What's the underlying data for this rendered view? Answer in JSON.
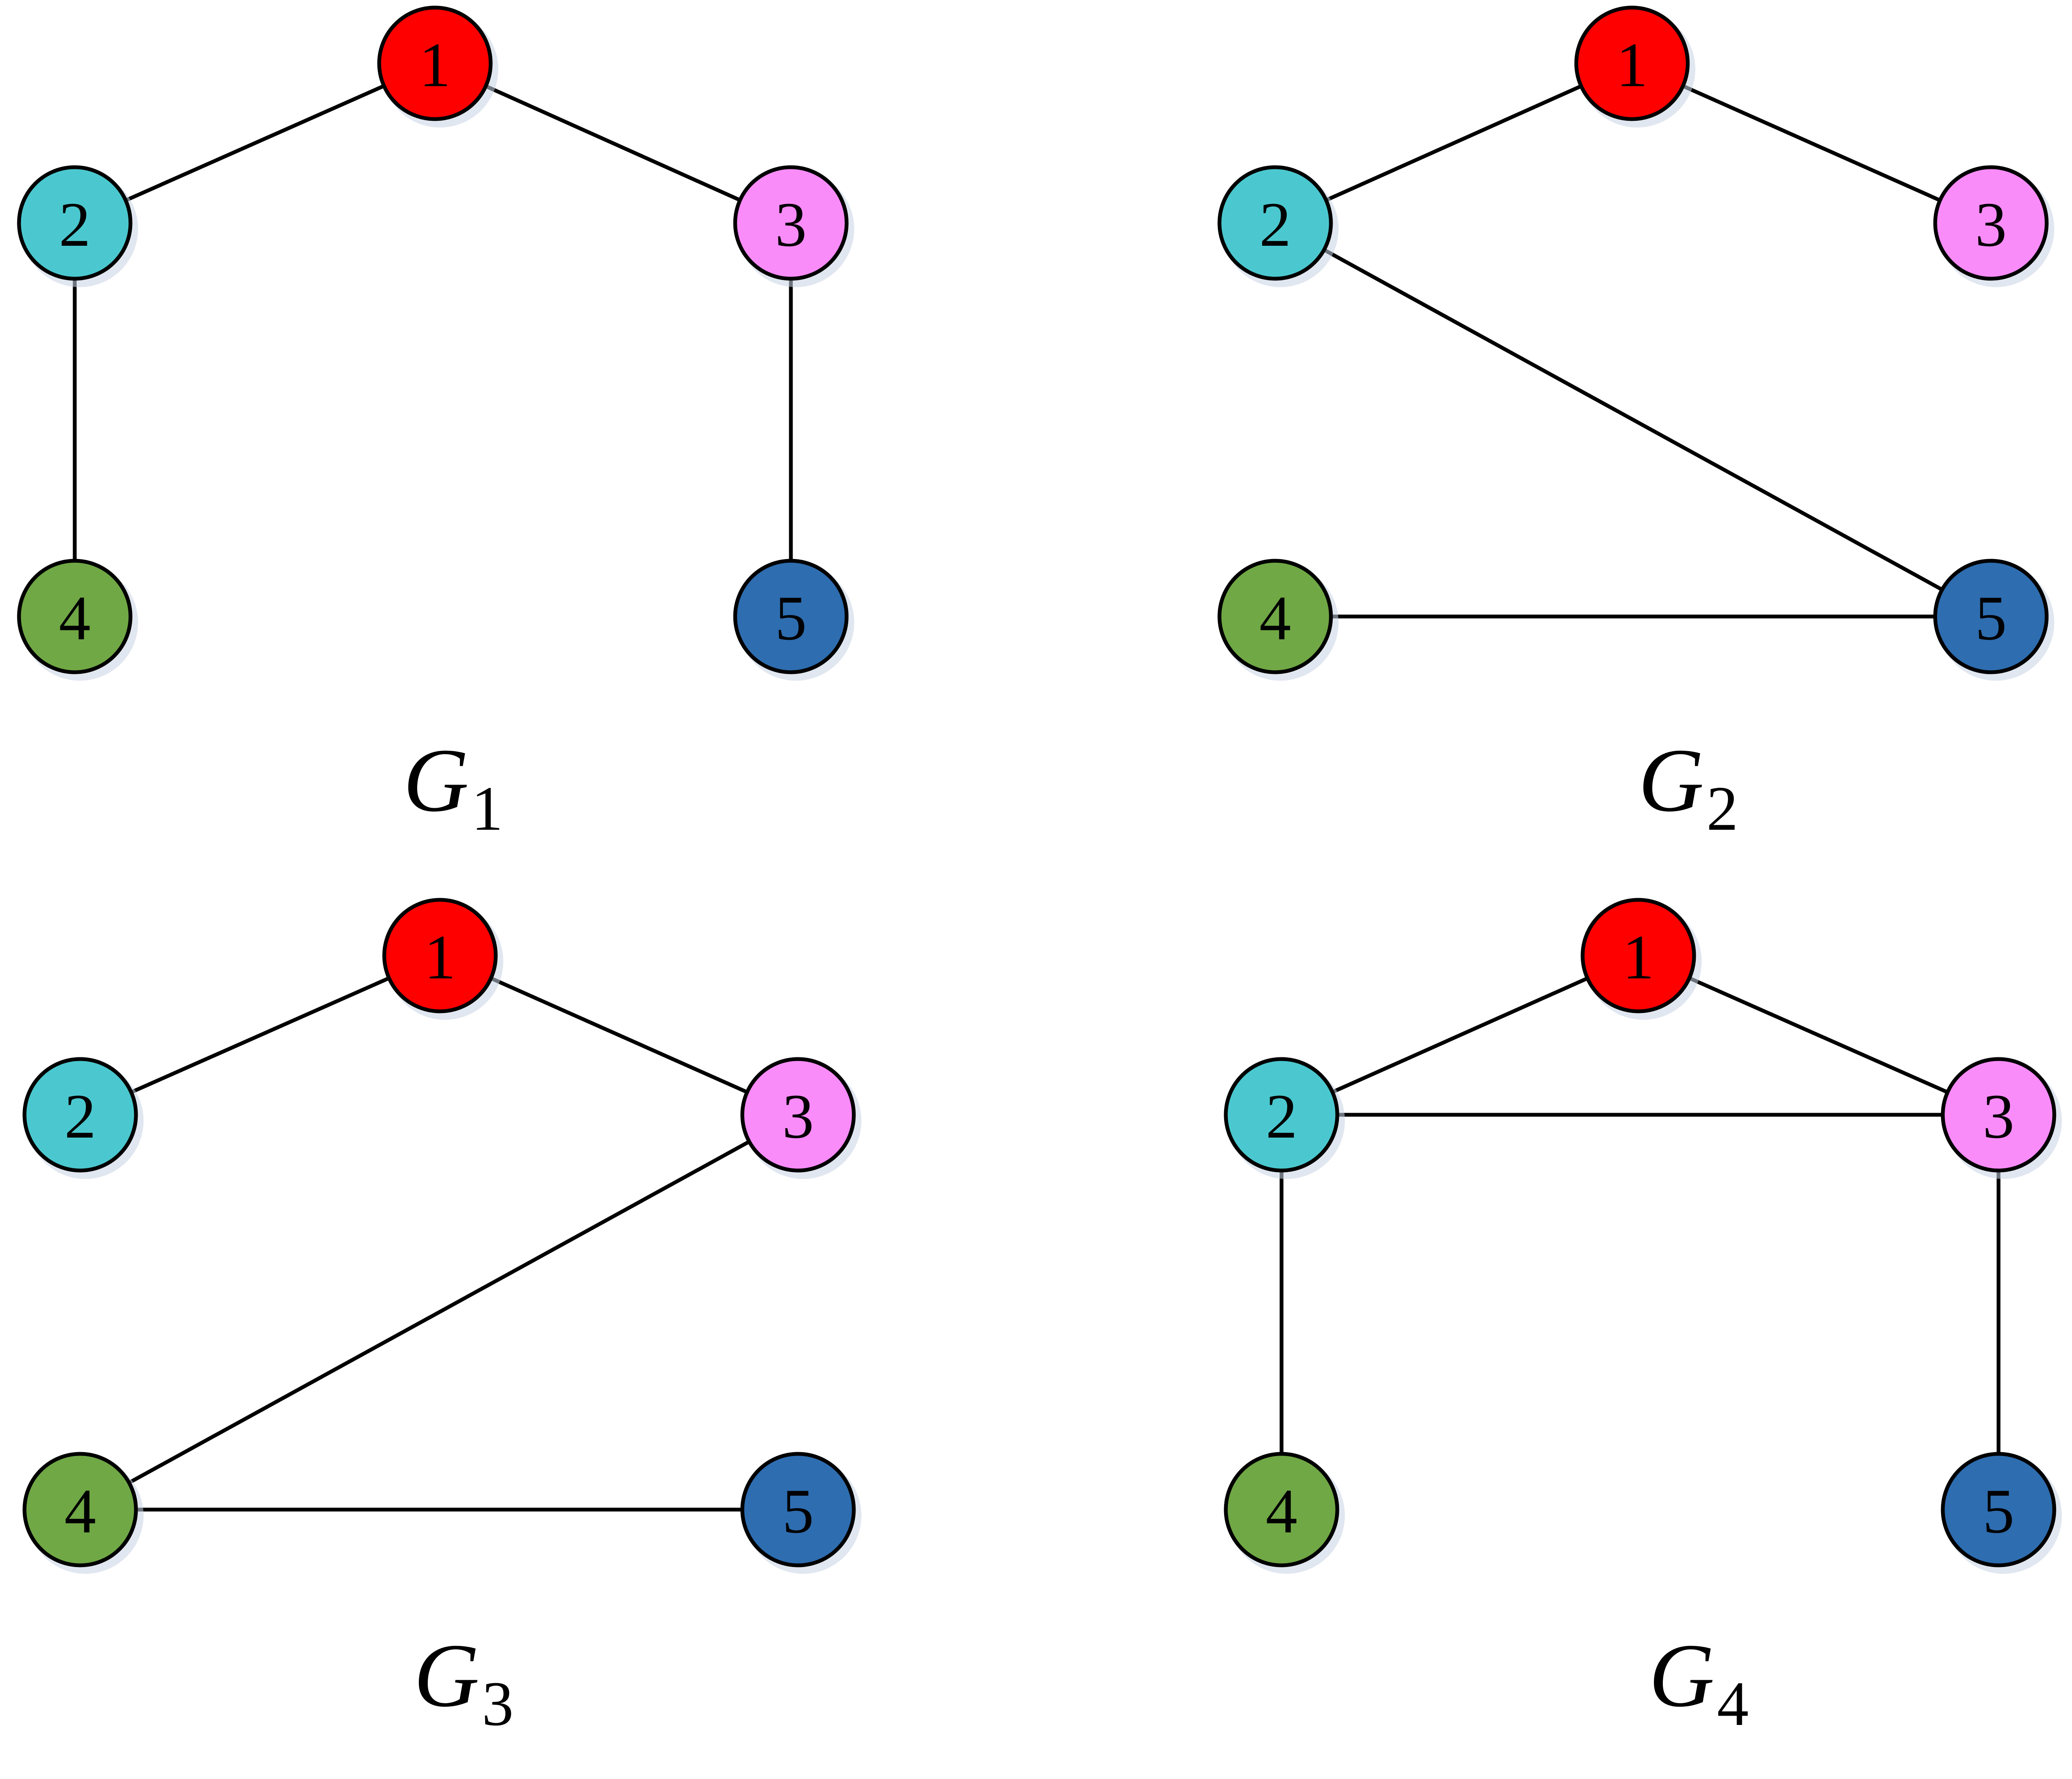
{
  "colors": {
    "node_1": "#ff0000",
    "node_2": "#4bc8cf",
    "node_3": "#fa8cfa",
    "node_4": "#70a845",
    "node_5": "#2e6db0"
  },
  "graphs": [
    {
      "title": {
        "letter": "G",
        "sub": "1"
      },
      "nodes": [
        {
          "id": "1",
          "label": "1"
        },
        {
          "id": "2",
          "label": "2"
        },
        {
          "id": "3",
          "label": "3"
        },
        {
          "id": "4",
          "label": "4"
        },
        {
          "id": "5",
          "label": "5"
        }
      ],
      "edges": [
        [
          "1",
          "2"
        ],
        [
          "1",
          "3"
        ],
        [
          "2",
          "4"
        ],
        [
          "3",
          "5"
        ]
      ]
    },
    {
      "title": {
        "letter": "G",
        "sub": "2"
      },
      "nodes": [
        {
          "id": "1",
          "label": "1"
        },
        {
          "id": "2",
          "label": "2"
        },
        {
          "id": "3",
          "label": "3"
        },
        {
          "id": "4",
          "label": "4"
        },
        {
          "id": "5",
          "label": "5"
        }
      ],
      "edges": [
        [
          "1",
          "2"
        ],
        [
          "1",
          "3"
        ],
        [
          "2",
          "5"
        ],
        [
          "4",
          "5"
        ]
      ]
    },
    {
      "title": {
        "letter": "G",
        "sub": "3"
      },
      "nodes": [
        {
          "id": "1",
          "label": "1"
        },
        {
          "id": "2",
          "label": "2"
        },
        {
          "id": "3",
          "label": "3"
        },
        {
          "id": "4",
          "label": "4"
        },
        {
          "id": "5",
          "label": "5"
        }
      ],
      "edges": [
        [
          "1",
          "2"
        ],
        [
          "1",
          "3"
        ],
        [
          "3",
          "4"
        ],
        [
          "4",
          "5"
        ]
      ]
    },
    {
      "title": {
        "letter": "G",
        "sub": "4"
      },
      "nodes": [
        {
          "id": "1",
          "label": "1"
        },
        {
          "id": "2",
          "label": "2"
        },
        {
          "id": "3",
          "label": "3"
        },
        {
          "id": "4",
          "label": "4"
        },
        {
          "id": "5",
          "label": "5"
        }
      ],
      "edges": [
        [
          "1",
          "2"
        ],
        [
          "1",
          "3"
        ],
        [
          "2",
          "3"
        ],
        [
          "2",
          "4"
        ],
        [
          "3",
          "5"
        ]
      ]
    }
  ]
}
